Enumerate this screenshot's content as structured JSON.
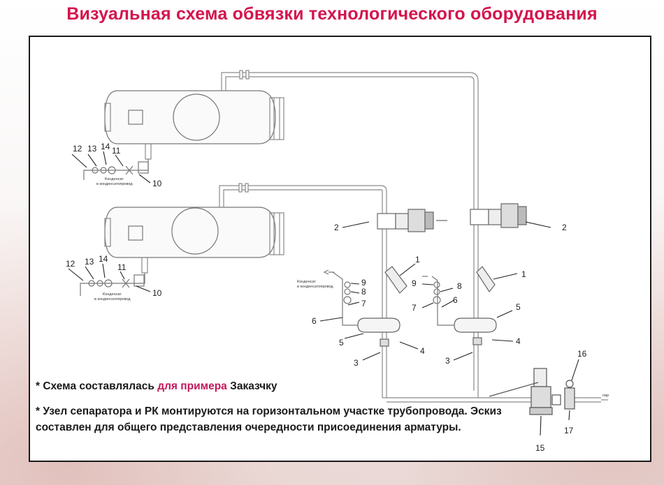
{
  "title": "Визуальная схема обвязки технологического оборудования",
  "colors": {
    "title": "#d4144e",
    "highlight": "#c2185b",
    "line": "#8a8a8a",
    "text": "#1a1a1a"
  },
  "notes": {
    "note1_pre": "* Схема составлялась ",
    "note1_highlight": "для примера",
    "note1_post": " Заказчку",
    "note2": "* Узел сепаратора и РК монтируются на горизонтальном участке трубопровода. Эскиз составлен для общего представления очередности присоединения арматуры."
  },
  "diagram": {
    "condensate_label_1": "Конденсат",
    "condensate_label_2": "в конденсатопровод",
    "steam_label": "пар",
    "labels": {
      "n1": "1",
      "n2": "2",
      "n3": "3",
      "n4": "4",
      "n5": "5",
      "n6": "6",
      "n7": "7",
      "n8": "8",
      "n9": "9",
      "n10": "10",
      "n11": "11",
      "n12": "12",
      "n13": "13",
      "n14": "14",
      "n15": "15",
      "n16": "16",
      "n17": "17"
    }
  }
}
